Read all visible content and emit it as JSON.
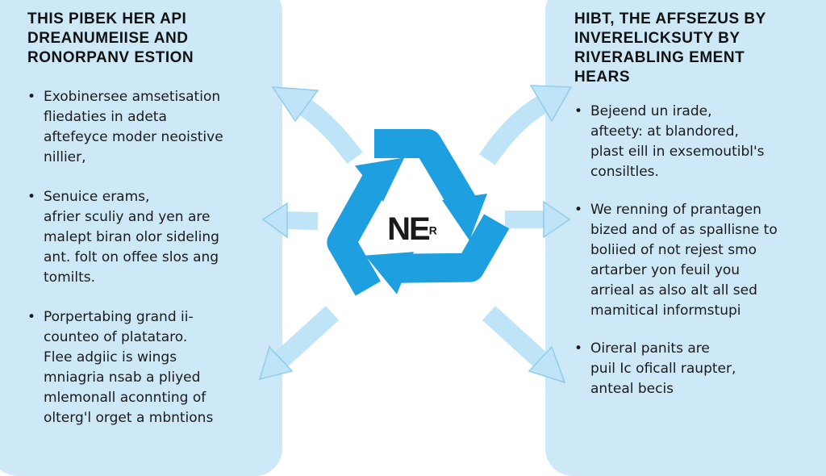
{
  "left_panel": {
    "title_lines": [
      "THIS PIBEK HER API",
      "DREANUMEIISE AND",
      "RONORPANV ESTION"
    ],
    "bullets": [
      {
        "lines": [
          "Exobinersee amsetisation",
          "fliedaties in adeta",
          "aftefeyce moder neoistive",
          "nillier,"
        ]
      },
      {
        "lines": [
          "Senuice erams,",
          "afrier sculiy and yen are",
          "malept biran olor sideling",
          "ant. folt on offee slos ang",
          "tomilts."
        ]
      },
      {
        "lines": [
          "Porpertabing grand ii-",
          "counteo of platataro.",
          "Flee adgiic is wings",
          "mniagria nsab a pliyed",
          "mlemonall aconnting of",
          "olterg'l orget a mbntions"
        ]
      }
    ]
  },
  "right_panel": {
    "title_lines": [
      "HIBT, THE AFFSEZUS BY",
      "INVERELICKSUTY BY",
      "RIVERABLING EMENT",
      "HEARS"
    ],
    "bullets": [
      {
        "lines": [
          "Bejeend un irade,",
          "afteety: at blandored,",
          "plast eill in exsemoutibl's",
          "consiltles."
        ]
      },
      {
        "lines": [
          "We renning of prantagen",
          "bized and of as spallisne to",
          "boliied of not rejest smo",
          "artarber yon feuil you",
          "arrieal as also alt all sed",
          "mamitical informstupi"
        ]
      },
      {
        "lines": [
          "Oireral panits are",
          "puil Ic oficall raupter,",
          "anteal becis"
        ]
      }
    ]
  },
  "center_logo": {
    "main": "NE",
    "sup": "R"
  },
  "colors": {
    "panel_bg": "#cde9f7",
    "recycle_blue": "#1e9fe0",
    "arrow_fill": "#bfe3f7",
    "arrow_stroke": "#8fcdee"
  },
  "icons": {
    "center": "recycle-icon",
    "connectors": [
      "arrow-up-left-icon",
      "arrow-up-right-icon",
      "arrow-left-icon",
      "arrow-right-icon",
      "arrow-down-left-icon",
      "arrow-down-right-icon"
    ]
  }
}
